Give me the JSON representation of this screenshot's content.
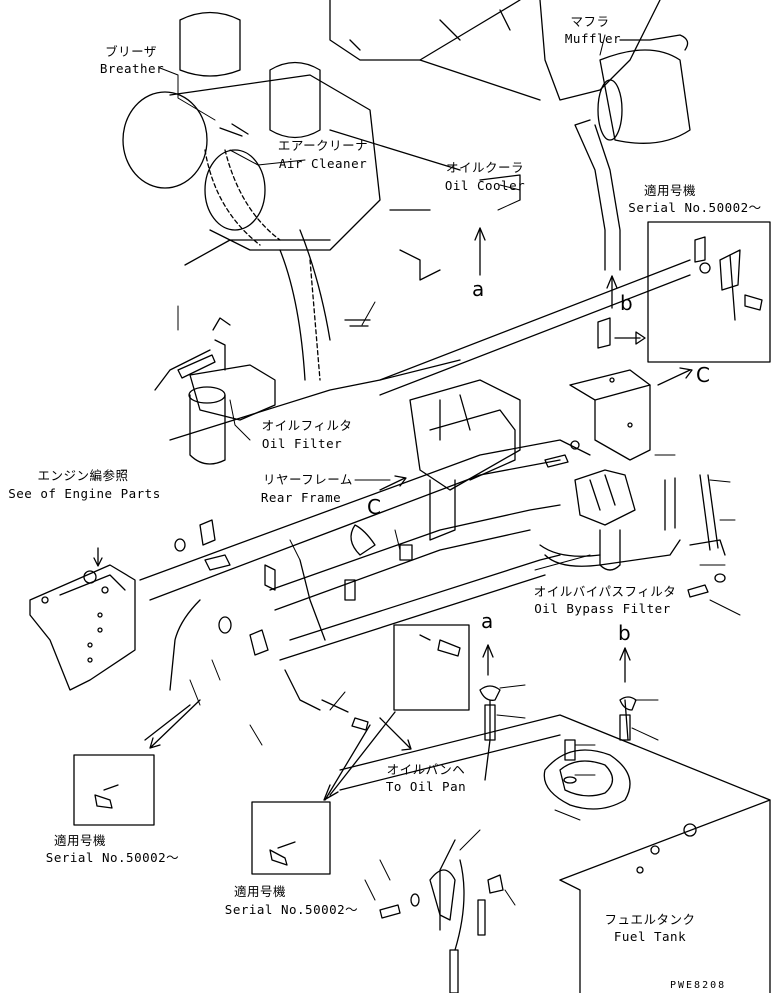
{
  "labels": {
    "breather_jp": "ブリーザ",
    "breather_en": "Breather",
    "air_cleaner_jp": "エアークリーナ",
    "air_cleaner_en": "Air Cleaner",
    "oil_cooler_jp": "オイルクーラ",
    "oil_cooler_en": "Oil Cooler",
    "muffler_jp": "マフラ",
    "muffler_en": "Muffler",
    "serial_jp": "適用号機",
    "serial_en": "Serial No.50002～",
    "oil_filter_jp": "オイルフィルタ",
    "oil_filter_en": "Oil Filter",
    "engine_ref_jp": "エンジン編参照",
    "engine_ref_en": "See of Engine Parts",
    "rear_frame_jp": "リヤーフレーム",
    "rear_frame_en": "Rear Frame",
    "bypass_filter_jp": "オイルバイパスフィルタ",
    "bypass_filter_en": "Oil Bypass Filter",
    "to_oil_pan_jp": "オイルパンヘ",
    "to_oil_pan_en": "To Oil Pan",
    "fuel_tank_jp": "フュエルタンク",
    "fuel_tank_en": "Fuel Tank",
    "ref_a": "a",
    "ref_b": "b",
    "ref_c": "C",
    "drawing_code": "PWE8208"
  }
}
